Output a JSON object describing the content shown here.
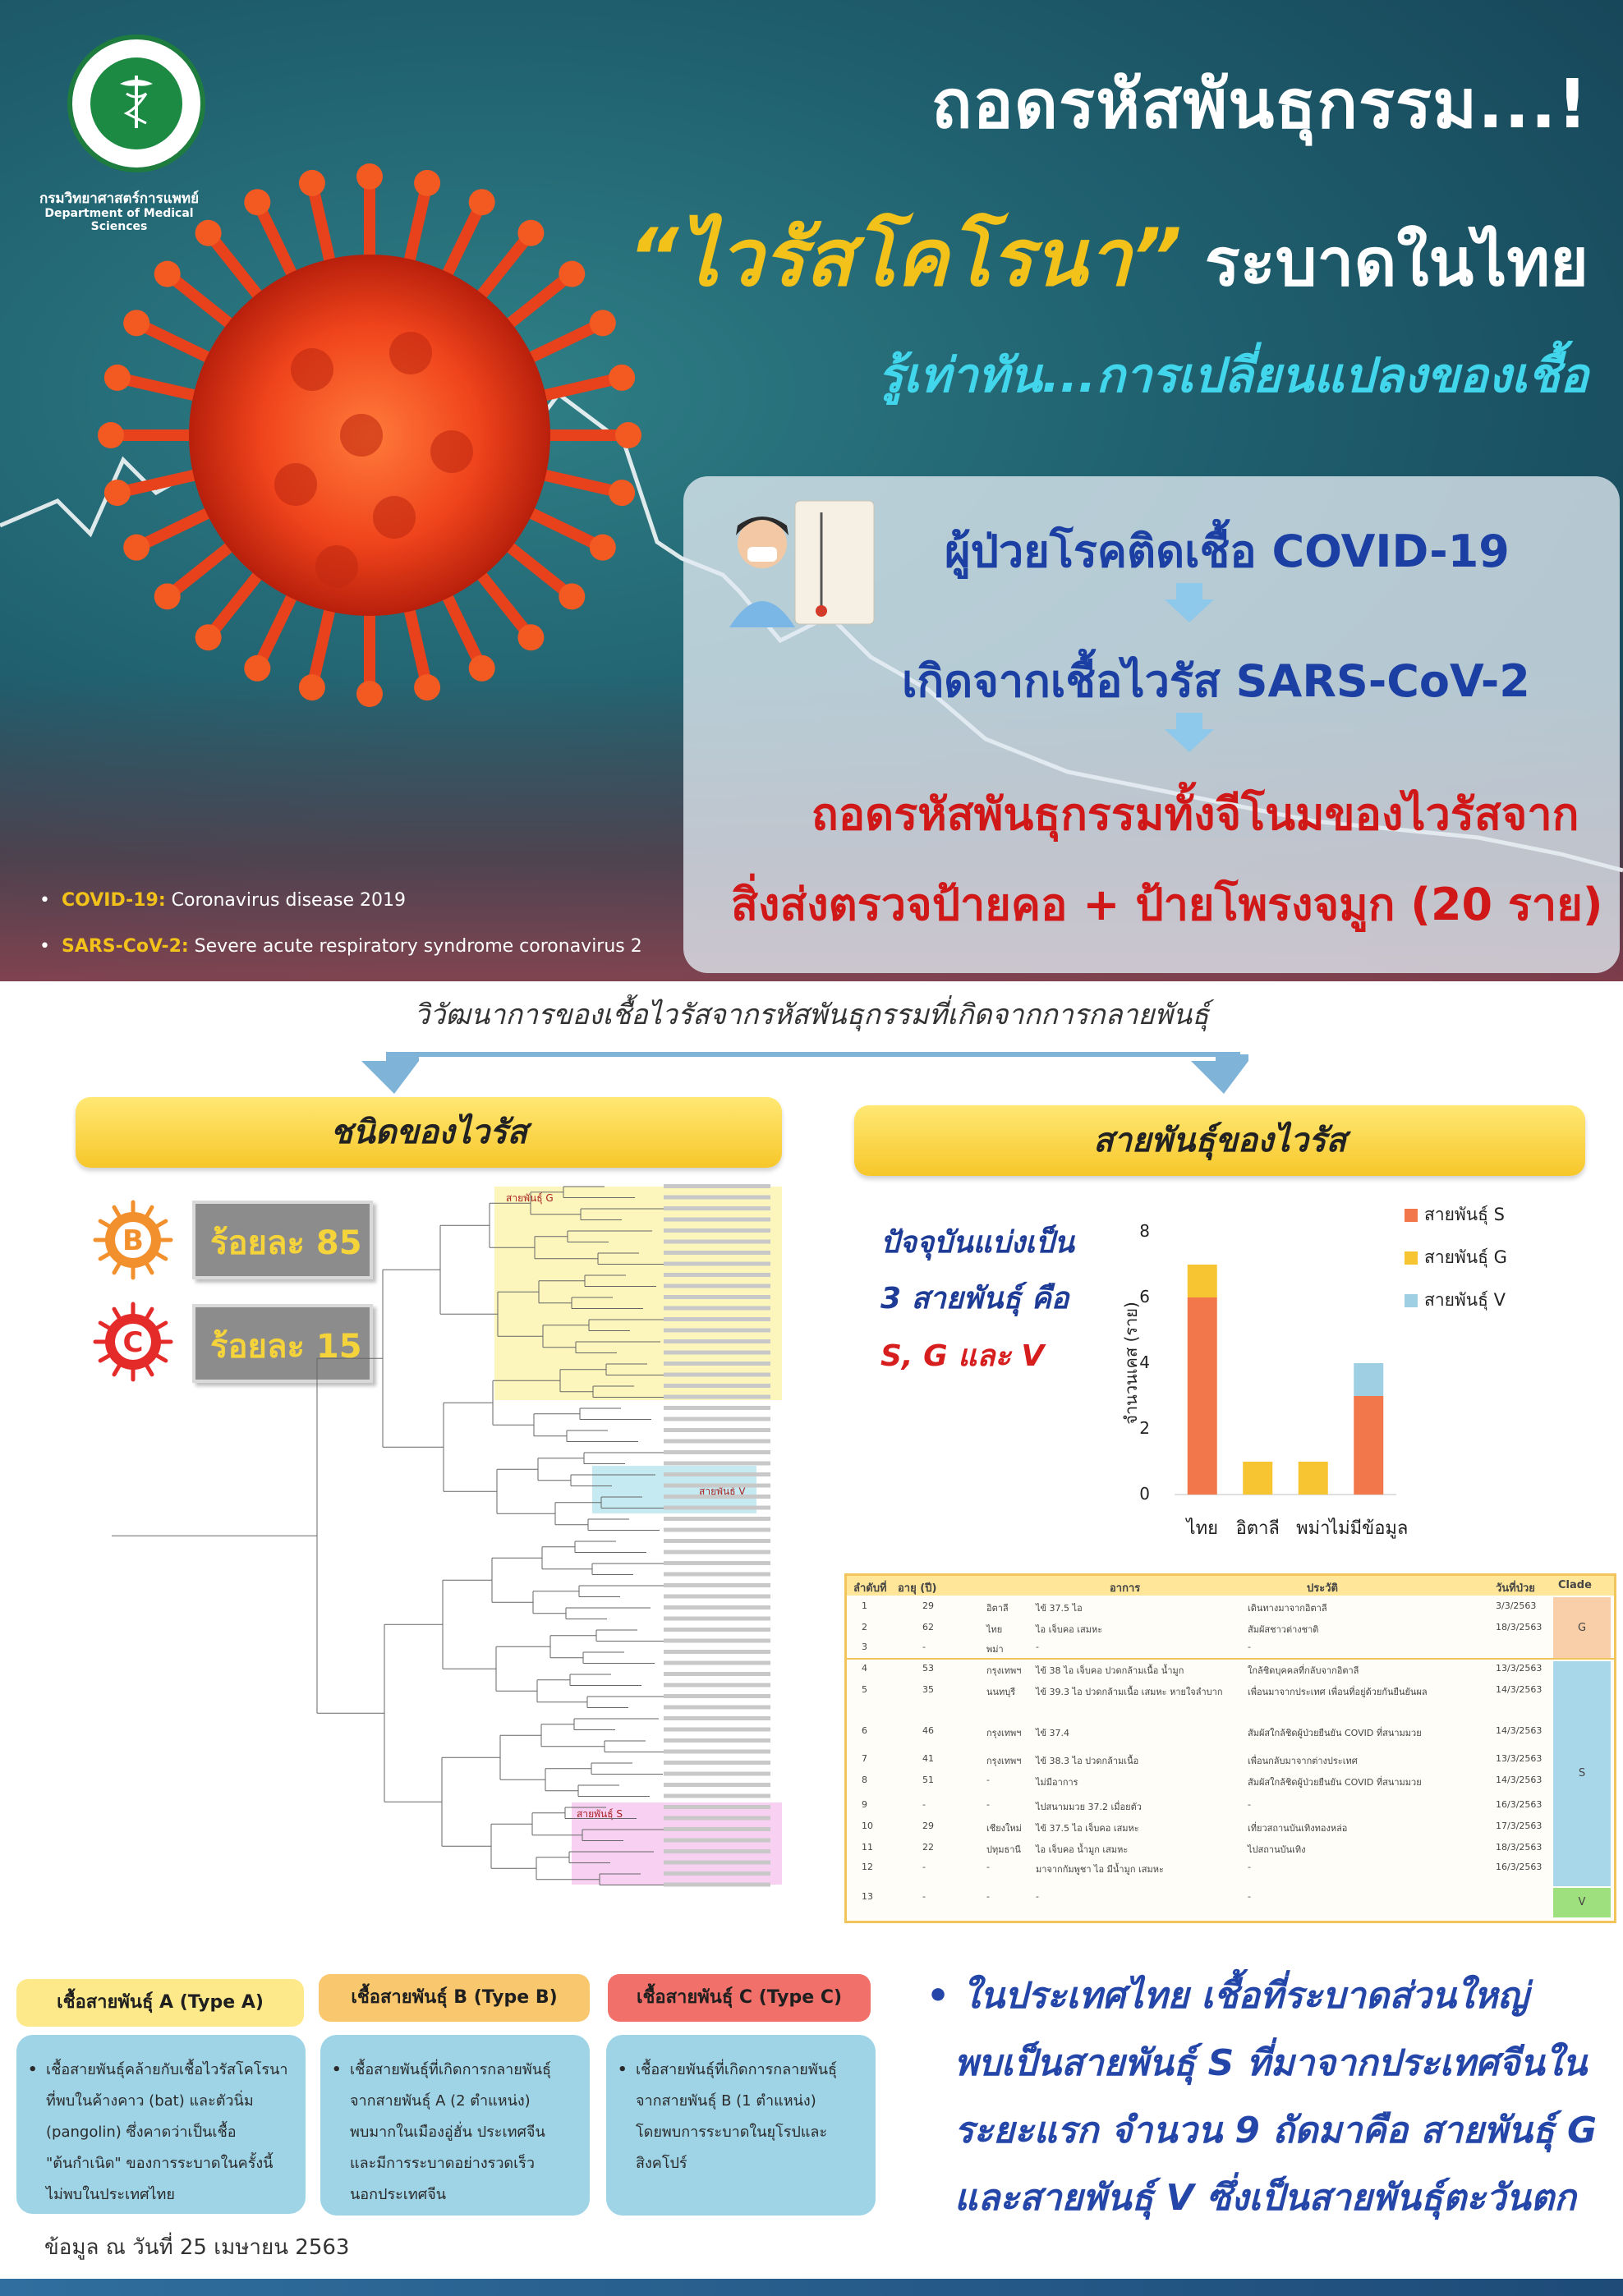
{
  "header": {
    "logo_text_th": "กรมวิทยาศาสตร์การแพทย์",
    "logo_text_en": "Department of Medical Sciences",
    "title_line1": "ถอดรหัสพันธุกรรม...!",
    "title_line2_em": "“ไวรัสโคโรนา”",
    "title_line2_rest": " ระบาดในไทย",
    "title_line3": "รู้เท่าทัน...การเปลี่ยนแปลงของเชื้อ",
    "panel_line1": "ผู้ป่วยโรคติดเชื้อ COVID-19",
    "panel_line2": "เกิดจากเชื้อไวรัส SARS-CoV-2",
    "panel_line3": "ถอดรหัสพันธุกรรมทั้งจีโนมของไวรัสจาก",
    "panel_line4": "สิ่งส่งตรวจป้ายคอ + ป้ายโพรงจมูก (20 ราย)",
    "footnotes": [
      {
        "key": "COVID-19:",
        "text": " Coronavirus disease 2019"
      },
      {
        "key": "SARS-CoV-2:",
        "text": " Severe acute respiratory syndrome coronavirus 2"
      }
    ]
  },
  "evolution_caption": "วิวัฒนาการของเชื้อไวรัสจากรหัสพันธุกรรมที่เกิดจากการกลายพันธุ์",
  "left_section": {
    "title": "ชนิดของไวรัส",
    "types": [
      {
        "letter": "B",
        "label": "ร้อยละ 85",
        "color": "#f3902e"
      },
      {
        "letter": "C",
        "label": "ร้อยละ 15",
        "color": "#e52a2a"
      }
    ],
    "tree_labels": {
      "g": "สายพันธุ์ G",
      "v": "สายพันธุ์ V",
      "s": "สายพันธุ์ S"
    }
  },
  "right_section": {
    "title": "สายพันธุ์ของไวรัส",
    "current_line1": "ปัจจุบันแบ่งเป็น",
    "current_line2": "3 สายพันธุ์ คือ",
    "current_line3": "S, G และ V"
  },
  "chart_data": {
    "type": "bar",
    "stacked": true,
    "categories": [
      "ไทย",
      "อิตาลี",
      "พม่า",
      "ไม่มีข้อมูล"
    ],
    "series": [
      {
        "name": "สายพันธุ์ S",
        "values": [
          6,
          0,
          0,
          3
        ],
        "color": "#f2784b"
      },
      {
        "name": "สายพันธุ์ G",
        "values": [
          1,
          1,
          1,
          0
        ],
        "color": "#f7c531"
      },
      {
        "name": "สายพันธุ์ V",
        "values": [
          0,
          0,
          0,
          1
        ],
        "color": "#9fcfe3"
      }
    ],
    "ylabel": "จำนวนเคส (ราย)",
    "yticks": [
      0,
      2,
      4,
      6,
      8
    ],
    "ylim": [
      0,
      8
    ],
    "grid": false,
    "legend_position": "top-right"
  },
  "table": {
    "headers": [
      "ลำดับที่",
      "อายุ (ปี)",
      "",
      "อาการ",
      "ประวัติ",
      "วันที่ป่วย",
      "Clade"
    ],
    "rows": [
      [
        "1",
        "29",
        "อิตาลี",
        "ไข้ 37.5 ไอ",
        "เดินทางมาจากอิตาลี",
        "3/3/2563"
      ],
      [
        "2",
        "62",
        "ไทย",
        "ไอ เจ็บคอ เสมหะ",
        "สัมผัสชาวต่างชาติ",
        "18/3/2563"
      ],
      [
        "3",
        "-",
        "พม่า",
        "-",
        "-",
        ""
      ],
      [
        "4",
        "53",
        "กรุงเทพฯ",
        "ไข้ 38 ไอ เจ็บคอ ปวดกล้ามเนื้อ น้ำมูก",
        "ใกล้ชิดบุคคลที่กลับจากอิตาลี",
        "13/3/2563"
      ],
      [
        "5",
        "35",
        "นนทบุรี",
        "ไข้ 39.3 ไอ ปวดกล้ามเนื้อ เสมหะ หายใจลำบาก",
        "เพื่อนมาจากประเทศ เพื่อนที่อยู่ด้วยกันยืนยันผล",
        "14/3/2563"
      ],
      [
        "6",
        "46",
        "กรุงเทพฯ",
        "ไข้ 37.4",
        "สัมผัสใกล้ชิดผู้ป่วยยืนยัน COVID ที่สนามมวย",
        "14/3/2563"
      ],
      [
        "7",
        "41",
        "กรุงเทพฯ",
        "ไข้ 38.3 ไอ ปวดกล้ามเนื้อ",
        "เพื่อนกลับมาจากต่างประเทศ",
        "13/3/2563"
      ],
      [
        "8",
        "51",
        "-",
        "ไม่มีอาการ",
        "สัมผัสใกล้ชิดผู้ป่วยยืนยัน COVID ที่สนามมวย",
        "14/3/2563"
      ],
      [
        "9",
        "-",
        "-",
        "ไปสนามมวย 37.2 เมื่อยตัว",
        "-",
        "16/3/2563"
      ],
      [
        "10",
        "29",
        "เชียงใหม่",
        "ไข้ 37.5 ไอ เจ็บคอ เสมหะ",
        "เที่ยวสถานบันเทิงทองหล่อ",
        "17/3/2563"
      ],
      [
        "11",
        "22",
        "ปทุมธานี",
        "ไอ เจ็บคอ น้ำมูก เสมหะ",
        "ไปสถานบันเทิง",
        "18/3/2563"
      ],
      [
        "12",
        "-",
        "-",
        "มาจากกัมพูชา ไอ มีน้ำมูก เสมหะ",
        "-",
        "16/3/2563"
      ],
      [
        "13",
        "-",
        "-",
        "-",
        "-",
        ""
      ]
    ],
    "clade_g": "G",
    "clade_s": "S",
    "clade_v": "V"
  },
  "types": [
    {
      "head": "เชื้อสายพันธุ์ A (Type A)",
      "head_color": "#fde98a",
      "body": [
        "เชื้อสายพันธุ์คล้ายกับเชื้อไวรัสโคโรนา",
        "ที่พบในค้างคาว (bat) และตัวนิ่ม",
        "(pangolin) ซึ่งคาดว่าเป็นเชื้อ",
        "\"ต้นกำเนิด\" ของการระบาดในครั้งนี้",
        "ไม่พบในประเทศไทย"
      ]
    },
    {
      "head": "เชื้อสายพันธุ์ B (Type B)",
      "head_color": "#f9c86e",
      "body": [
        "เชื้อสายพันธุ์ที่เกิดการกลายพันธุ์",
        "จากสายพันธุ์ A (2 ตำแหน่ง)",
        "พบมากในเมืองอู่ฮั่น ประเทศจีน",
        "และมีการระบาดอย่างรวดเร็ว",
        "นอกประเทศจีน"
      ]
    },
    {
      "head": "เชื้อสายพันธุ์ C (Type C)",
      "head_color": "#f2706a",
      "body": [
        "เชื้อสายพันธุ์ที่เกิดการกลายพันธุ์",
        "จากสายพันธุ์ B (1 ตำแหน่ง)",
        "โดยพบการระบาดในยุโรปและ",
        "สิงคโปร์"
      ]
    }
  ],
  "summary_lines": [
    "ในประเทศไทย เชื้อที่ระบาดส่วนใหญ่",
    "พบเป็นสายพันธุ์ S ที่มาจากประเทศจีนใน",
    "ระยะแรก จำนวน 9 ถัดมาคือ สายพันธุ์ G",
    "และสายพันธุ์ V ซึ่งเป็นสายพันธุ์ตะวันตก"
  ],
  "date_footer": "ข้อมูล ณ วันที่ 25 เมษายน 2563"
}
